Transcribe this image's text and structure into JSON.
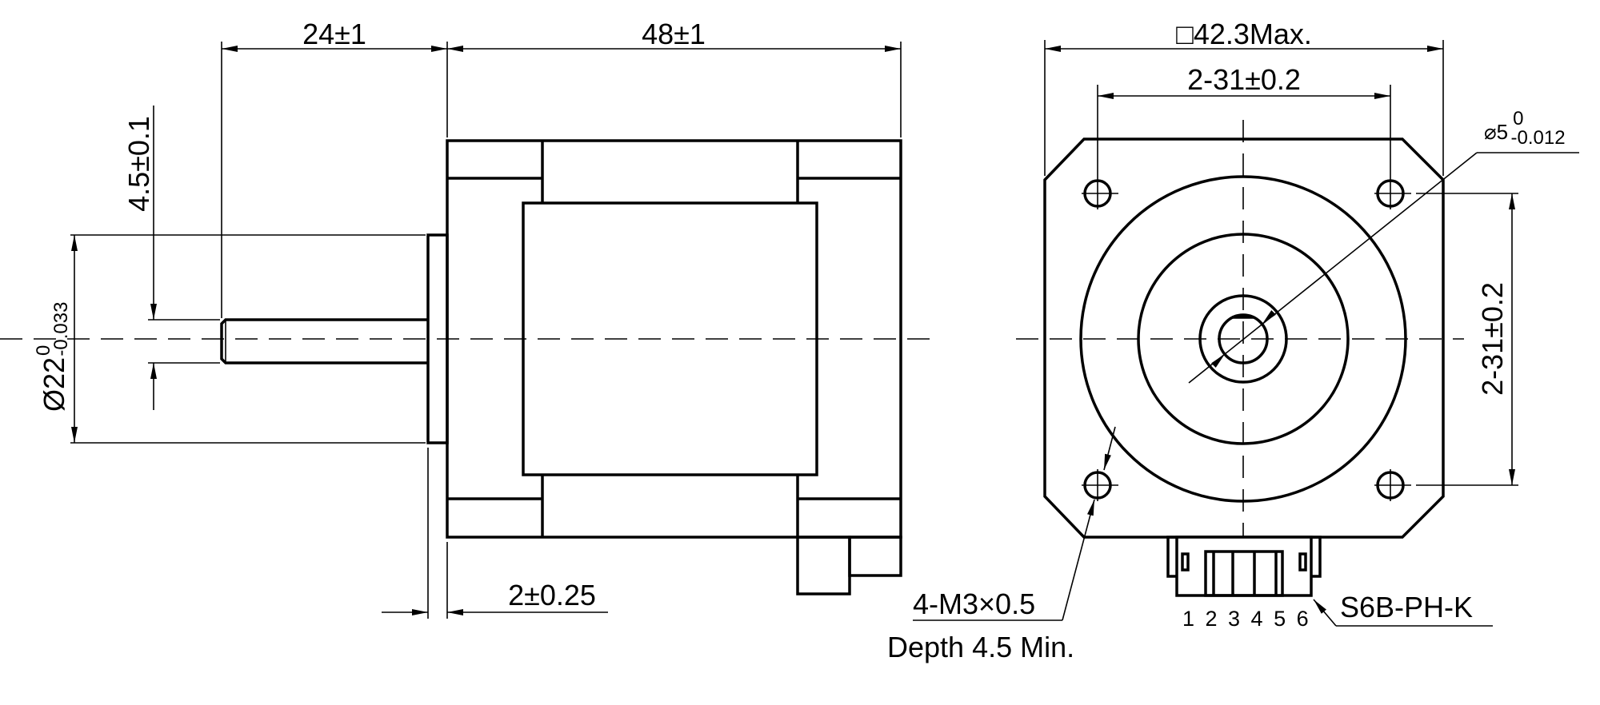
{
  "side_view": {
    "shaft_length": "24±1",
    "body_length": "48±1",
    "flat_depth": "4.5±0.1",
    "pilot_diameter": {
      "main": "Ø22",
      "upper": "0",
      "lower": "-0.033"
    },
    "pilot_height": "2±0.25"
  },
  "front_view": {
    "frame_size": "□42.3Max.",
    "hole_spacing_horizontal": "2-31±0.2",
    "hole_spacing_vertical": "2-31±0.2",
    "shaft_diameter": {
      "main": "⌀5",
      "upper": "0",
      "lower": "-0.012"
    },
    "mount_thread": "4-M3×0.5",
    "mount_depth": "Depth 4.5 Min.",
    "connector_part": "S6B-PH-K",
    "pin_numbers": "1 2 3 4 5 6"
  }
}
